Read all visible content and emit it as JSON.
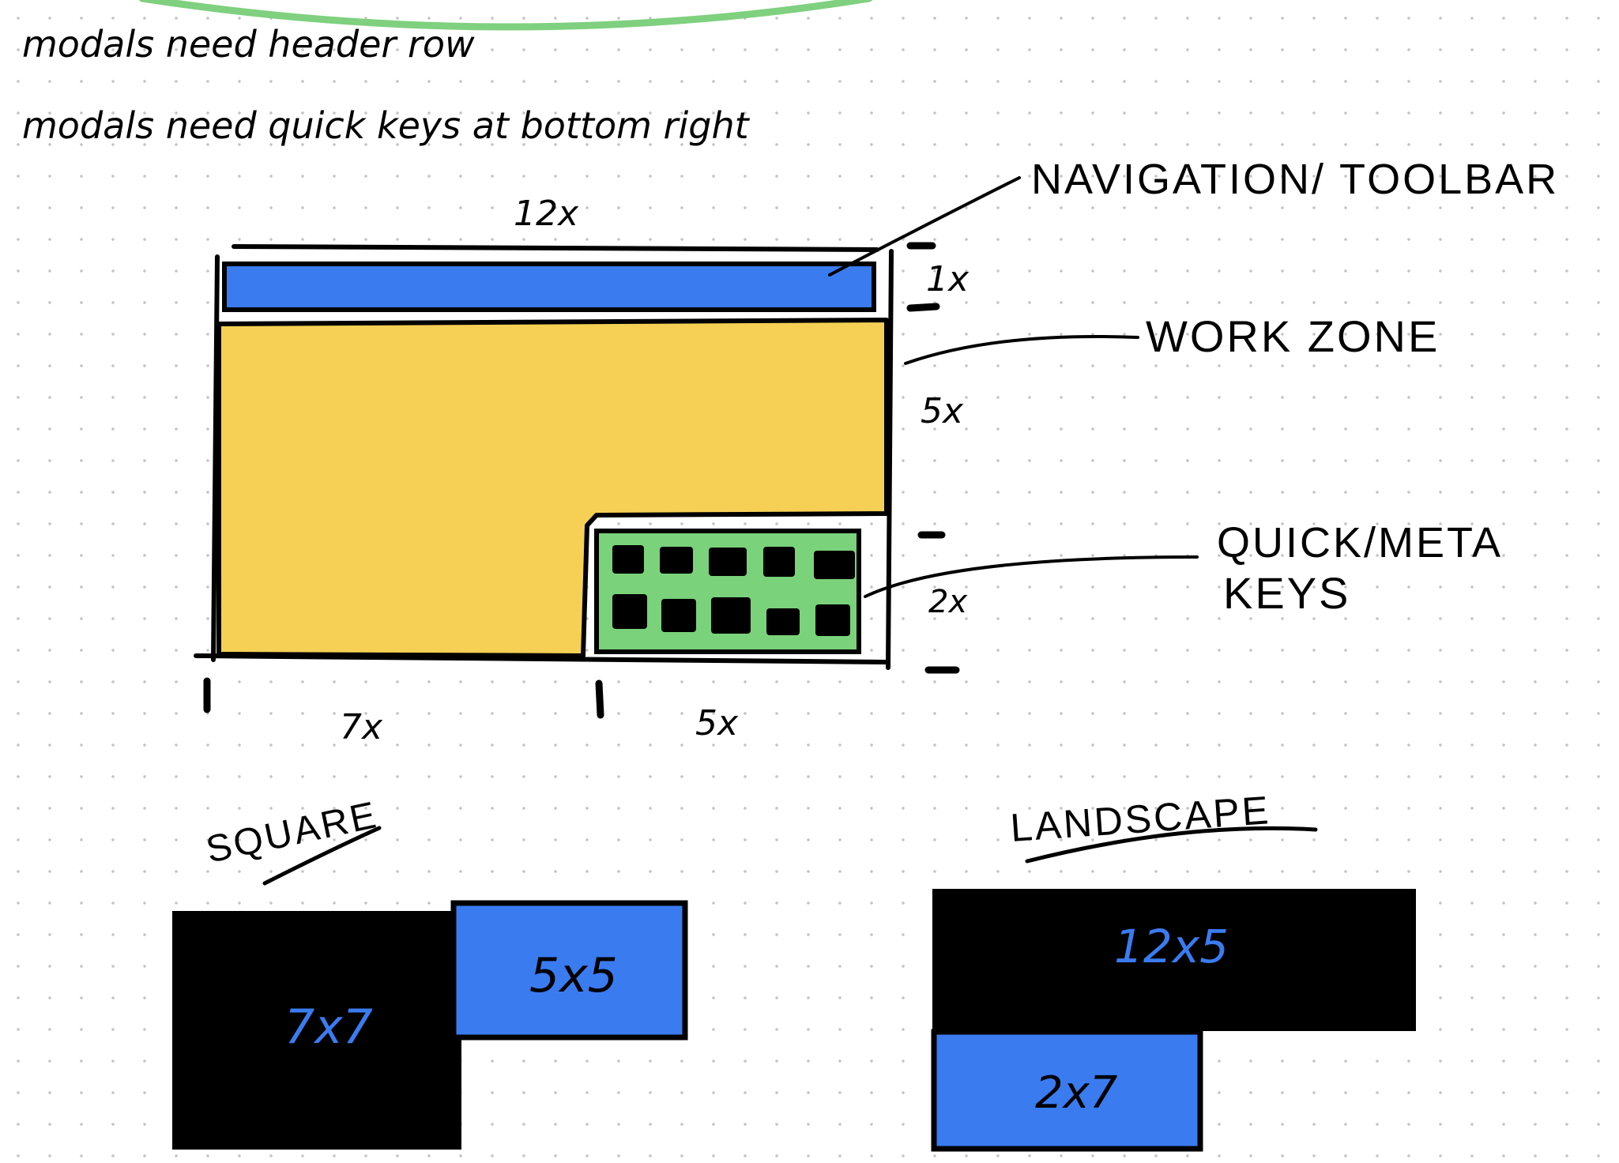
{
  "notes": {
    "line1": "modals need header row",
    "line2": "modals need quick keys at bottom right"
  },
  "labels": {
    "navigation_toolbar": "NAVIGATION/ TOOLBAR",
    "work_zone": "WORK ZONE",
    "quick_meta_keys_line1": "QUICK/META",
    "quick_meta_keys_line2": "KEYS"
  },
  "dimensions": {
    "width_total": "12x",
    "height_nav": "1x",
    "height_work": "5x",
    "height_keys": "2x",
    "width_left": "7x",
    "width_right": "5x"
  },
  "variants": {
    "square": {
      "title": "SQUARE",
      "big_block": "7x7",
      "small_block": "5x5"
    },
    "landscape": {
      "title": "LANDSCAPE",
      "big_block": "12x5",
      "small_block": "2x7"
    }
  },
  "colors": {
    "nav_blue": "#3a7bf0",
    "work_yellow": "#f5d054",
    "keys_green": "#7ad27a",
    "arc_green": "#7fd07f",
    "ink": "#000000"
  }
}
